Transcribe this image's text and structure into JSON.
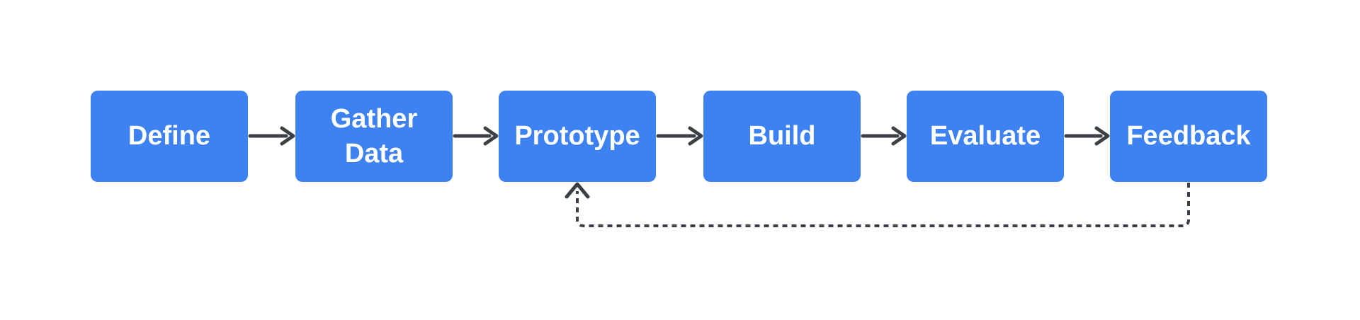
{
  "flowchart": {
    "nodes": [
      {
        "label": "Define"
      },
      {
        "label": "Gather Data"
      },
      {
        "label": "Prototype"
      },
      {
        "label": "Build"
      },
      {
        "label": "Evaluate"
      },
      {
        "label": "Feedback"
      }
    ],
    "connections": [
      {
        "from": "Define",
        "to": "Gather Data",
        "type": "solid-arrow"
      },
      {
        "from": "Gather Data",
        "to": "Prototype",
        "type": "solid-arrow"
      },
      {
        "from": "Prototype",
        "to": "Build",
        "type": "solid-arrow"
      },
      {
        "from": "Build",
        "to": "Evaluate",
        "type": "solid-arrow"
      },
      {
        "from": "Evaluate",
        "to": "Feedback",
        "type": "solid-arrow"
      },
      {
        "from": "Feedback",
        "to": "Prototype",
        "type": "dashed-arrow"
      }
    ],
    "colors": {
      "node_fill": "#3e82f1",
      "node_text": "#ffffff",
      "connector": "#3b3f46",
      "background": "#ffffff"
    }
  }
}
